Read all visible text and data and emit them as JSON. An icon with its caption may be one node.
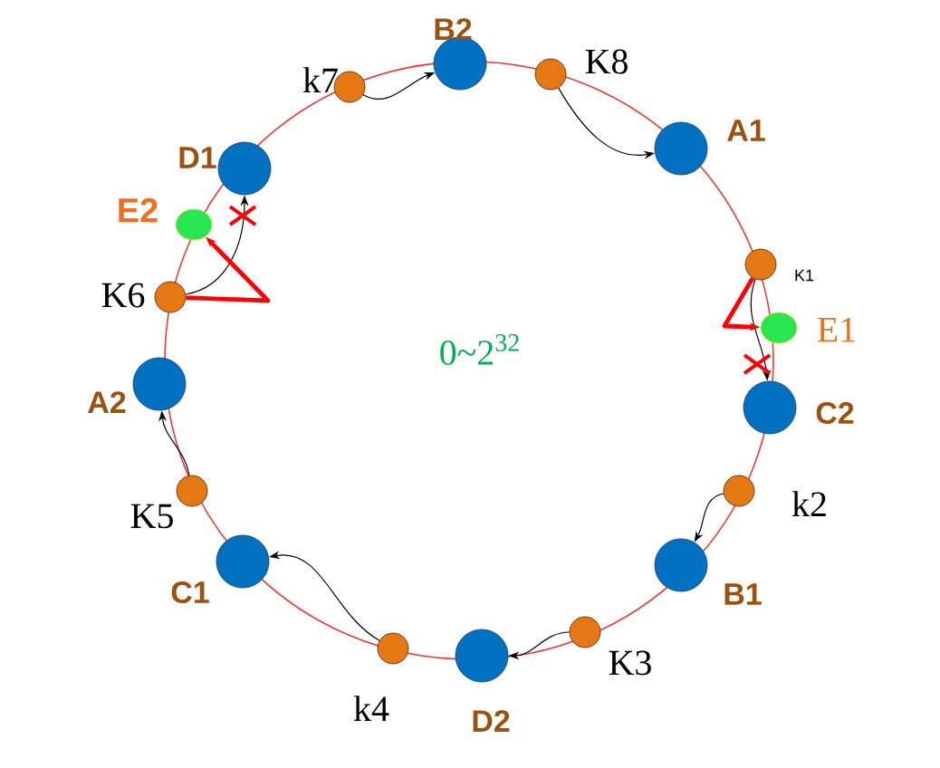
{
  "diagram": {
    "nodes": [
      {
        "text": [
          "B2"
        ]
      },
      {
        "text": [
          "k7"
        ]
      },
      {
        "text": [
          "K8"
        ]
      },
      {
        "text": [
          "A1"
        ]
      },
      {
        "text": [
          "D1"
        ]
      },
      {
        "text": [
          "E2"
        ]
      },
      {
        "text": [
          "K1"
        ]
      },
      {
        "text": [
          "E1"
        ]
      },
      {
        "text": [
          "K6"
        ]
      },
      {
        "text": [
          "C2"
        ]
      },
      {
        "text": [
          "A2"
        ]
      },
      {
        "text": [
          "k2"
        ]
      },
      {
        "text": [
          "K5"
        ]
      },
      {
        "text": [
          "B1"
        ]
      },
      {
        "text": [
          "C1"
        ]
      },
      {
        "text": [
          "K3"
        ]
      },
      {
        "text": [
          "D2"
        ]
      },
      {
        "text": [
          "k4"
        ]
      }
    ],
    "edges": [
      {
        "from": 1,
        "to": 0,
        "arrow": "to"
      },
      {
        "from": 2,
        "to": 3,
        "arrow": "to"
      },
      {
        "from": 6,
        "to": 9,
        "arrow": "to"
      },
      {
        "from": 6,
        "to": 7,
        "arrow": "to",
        "style": "thick",
        "color": "#ff0000"
      },
      {
        "from": 11,
        "to": 13,
        "arrow": "to"
      },
      {
        "from": 15,
        "to": 16,
        "arrow": "to"
      },
      {
        "from": 17,
        "to": 14,
        "arrow": "to"
      },
      {
        "from": 12,
        "to": 10,
        "arrow": "to"
      },
      {
        "from": 8,
        "to": 4,
        "arrow": "to"
      },
      {
        "from": 8,
        "to": 5,
        "arrow": "to",
        "style": "thick",
        "color": "#ff0000"
      }
    ],
    "labels": [
      "0~2$^{32}$"
    ]
  }
}
